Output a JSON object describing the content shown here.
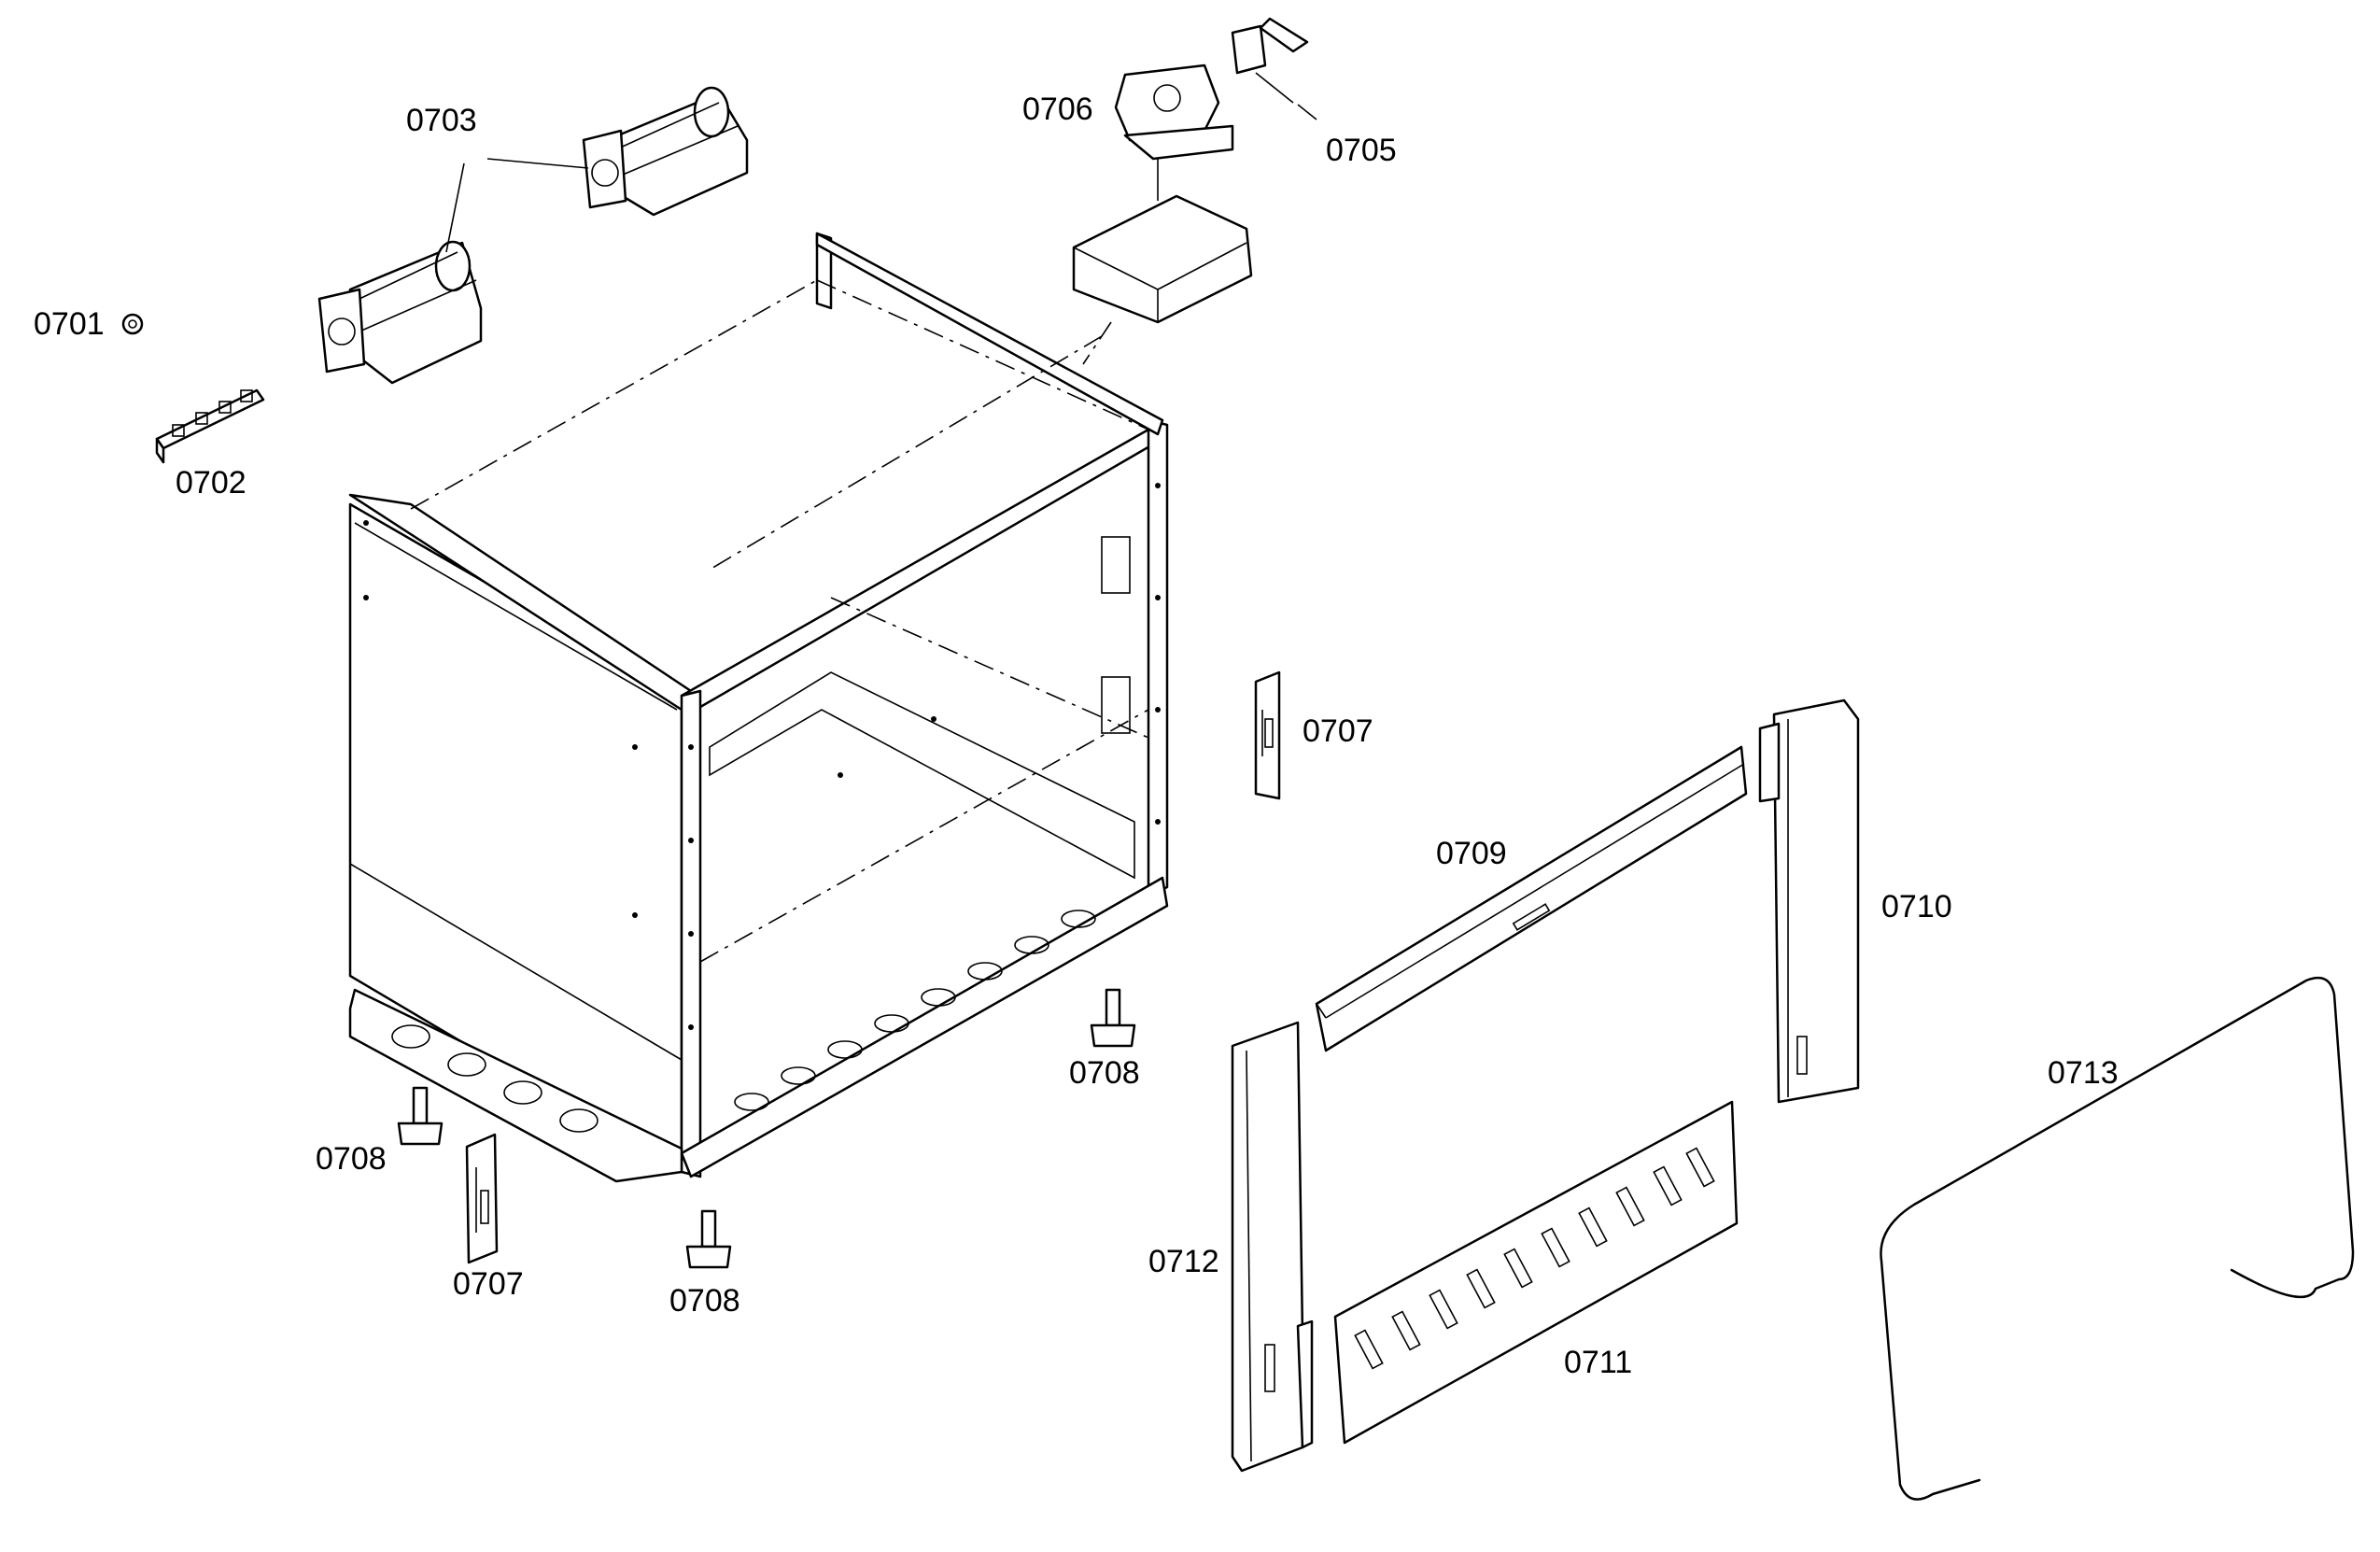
{
  "diagram": {
    "colors": {
      "line": "#000000",
      "background": "#ffffff"
    },
    "labels": [
      {
        "id": "l0701",
        "text": "0701"
      },
      {
        "id": "l0702",
        "text": "0702"
      },
      {
        "id": "l0703",
        "text": "0703"
      },
      {
        "id": "l0705",
        "text": "0705"
      },
      {
        "id": "l0706",
        "text": "0706"
      },
      {
        "id": "l0707a",
        "text": "0707"
      },
      {
        "id": "l0707b",
        "text": "0707"
      },
      {
        "id": "l0708a",
        "text": "0708"
      },
      {
        "id": "l0708b",
        "text": "0708"
      },
      {
        "id": "l0708c",
        "text": "0708"
      },
      {
        "id": "l0709",
        "text": "0709"
      },
      {
        "id": "l0710",
        "text": "0710"
      },
      {
        "id": "l0711",
        "text": "0711"
      },
      {
        "id": "l0712",
        "text": "0712"
      },
      {
        "id": "l0713",
        "text": "0713"
      }
    ]
  }
}
